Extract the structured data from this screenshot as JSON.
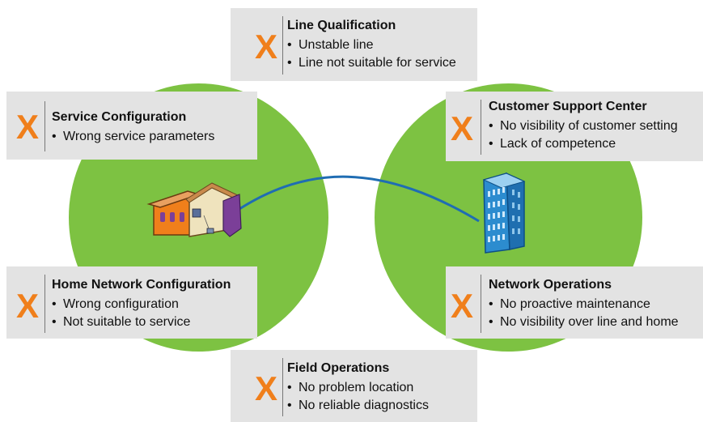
{
  "colors": {
    "circle_fill": "#7dc242",
    "box_fill": "#e3e3e3",
    "x_mark": "#f07f1b",
    "link_line": "#1f6db3"
  },
  "issues": [
    {
      "id": "line-qualification",
      "mark": "X",
      "title": "Line Qualification",
      "items": [
        "Unstable line",
        "Line not suitable for service"
      ]
    },
    {
      "id": "service-configuration",
      "mark": "X",
      "title": "Service Configuration",
      "items": [
        "Wrong service parameters"
      ]
    },
    {
      "id": "customer-support-center",
      "mark": "X",
      "title": "Customer Support Center",
      "items": [
        "No visibility of customer setting",
        "Lack of competence"
      ]
    },
    {
      "id": "home-network-configuration",
      "mark": "X",
      "title": "Home Network Configuration",
      "items": [
        "Wrong configuration",
        "Not suitable to service"
      ]
    },
    {
      "id": "network-operations",
      "mark": "X",
      "title": "Network Operations",
      "items": [
        "No proactive maintenance",
        "No visibility over line and home"
      ]
    },
    {
      "id": "field-operations",
      "mark": "X",
      "title": "Field Operations",
      "items": [
        "No problem location",
        "No reliable diagnostics"
      ]
    }
  ],
  "bullet": "•",
  "icons": {
    "home": "house-icon",
    "provider": "office-building-icon"
  }
}
